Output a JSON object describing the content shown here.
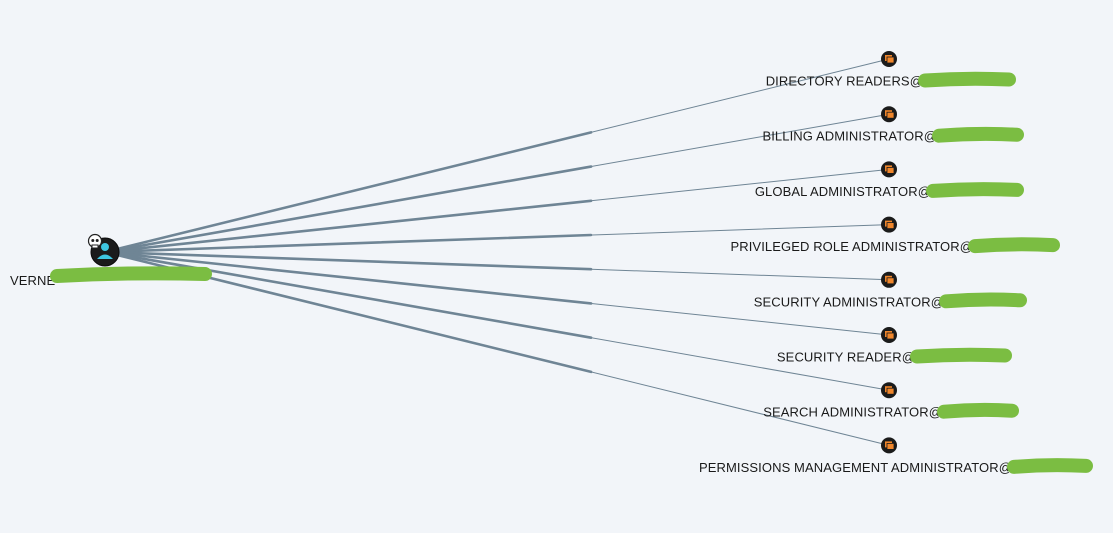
{
  "graph": {
    "source": {
      "label": "VERNE",
      "icon": "user-icon",
      "badge_icon": "skull-icon",
      "redacted": true
    },
    "targets": [
      {
        "label": "DIRECTORY READERS@",
        "icon": "group-icon",
        "redacted": true
      },
      {
        "label": "BILLING ADMINISTRATOR@",
        "icon": "group-icon",
        "redacted": true
      },
      {
        "label": "GLOBAL ADMINISTRATOR@",
        "icon": "group-icon",
        "redacted": true
      },
      {
        "label": "PRIVILEGED ROLE ADMINISTRATOR@",
        "icon": "group-icon",
        "redacted": true
      },
      {
        "label": "SECURITY ADMINISTRATOR@",
        "icon": "group-icon",
        "redacted": true
      },
      {
        "label": "SECURITY READER@",
        "icon": "group-icon",
        "redacted": true
      },
      {
        "label": "SEARCH ADMINISTRATOR@",
        "icon": "group-icon",
        "redacted": true
      },
      {
        "label": "PERMISSIONS MANAGEMENT ADMINISTRATOR@",
        "icon": "group-icon",
        "redacted": true
      }
    ],
    "colors": {
      "background": "#f2f5f9",
      "edge": "#6f8595",
      "target_node": "#f0862b",
      "source_node": "#1b1b1b",
      "user_glyph": "#3ec6e0",
      "redaction": "#7bbd42"
    }
  }
}
